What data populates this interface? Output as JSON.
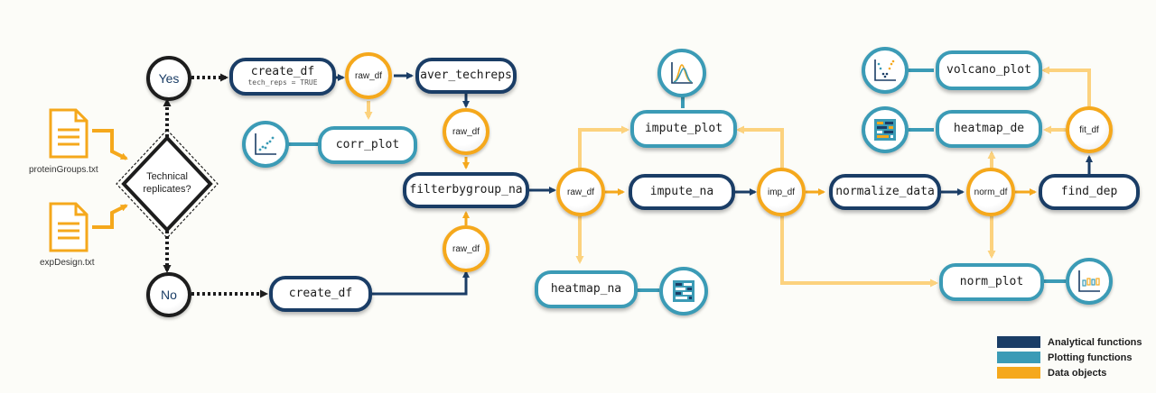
{
  "files": {
    "protein": "proteinGroups.txt",
    "exp": "expDesign.txt"
  },
  "decision": {
    "line1": "Technical",
    "line2": "replicates?"
  },
  "branch": {
    "yes": "Yes",
    "no": "No"
  },
  "functions": {
    "create_df_top": "create_df",
    "create_df_top_sub": "tech_reps = TRUE",
    "aver_techreps": "aver_techreps",
    "corr_plot": "corr_plot",
    "filterbygroup_na": "filterbygroup_na",
    "create_df_bottom": "create_df",
    "impute_plot": "impute_plot",
    "impute_na": "impute_na",
    "heatmap_na": "heatmap_na",
    "normalize_data": "normalize_data",
    "norm_plot": "norm_plot",
    "find_dep": "find_dep",
    "heatmap_de": "heatmap_de",
    "volcano_plot": "volcano_plot"
  },
  "data_objects": {
    "raw_df_1": "raw_df",
    "raw_df_2": "raw_df",
    "raw_df_3": "raw_df",
    "raw_df_4": "raw_df",
    "imp_df": "imp_df",
    "norm_df": "norm_df",
    "fit_df": "fit_df"
  },
  "icons": [
    "scatter-plot-icon",
    "density-plot-icon",
    "heatmap-icon",
    "boxplot-icon",
    "heatmap-icon",
    "volcano-plot-icon"
  ],
  "legend": {
    "analytical": "Analytical functions",
    "plotting": "Plotting functions",
    "data": "Data objects"
  },
  "colors": {
    "analytical": "#1a3d66",
    "plotting": "#3b9bb6",
    "data": "#f5a81c",
    "data_light": "#fcd27e",
    "dark": "#1d1d1d"
  }
}
